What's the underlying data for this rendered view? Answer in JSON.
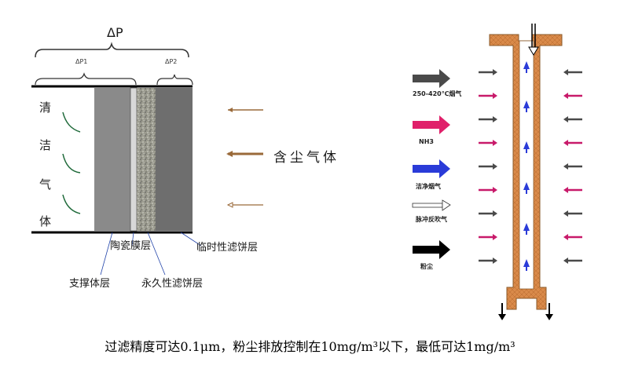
{
  "left_diagram": {
    "delta_p": "ΔP",
    "delta_p1": "ΔP1",
    "delta_p2": "ΔP2",
    "clean_gas_chars": [
      "清",
      "洁",
      "气",
      "体"
    ],
    "dusty_gas": "含尘气体",
    "layers": {
      "support": "支撑体层",
      "membrane": "陶瓷膜层",
      "permanent_cake": "永久性滤饼层",
      "temporary_cake": "临时性滤饼层"
    }
  },
  "right_diagram": {
    "legend": [
      {
        "label": "250-420℃烟气",
        "color": "#4a4a4a"
      },
      {
        "label": "NH3",
        "color": "#e0206a"
      },
      {
        "label": "洁净烟气",
        "color": "#2a3bd8"
      },
      {
        "label": "脉冲反吹气",
        "color": "#ffffff"
      },
      {
        "label": "粉尘",
        "color": "#000000"
      }
    ],
    "tube_color": "#d98a4a"
  },
  "caption": "过滤精度可达0.1μm，粉尘排放控制在10mg/m³以下，最低可达1mg/m³"
}
